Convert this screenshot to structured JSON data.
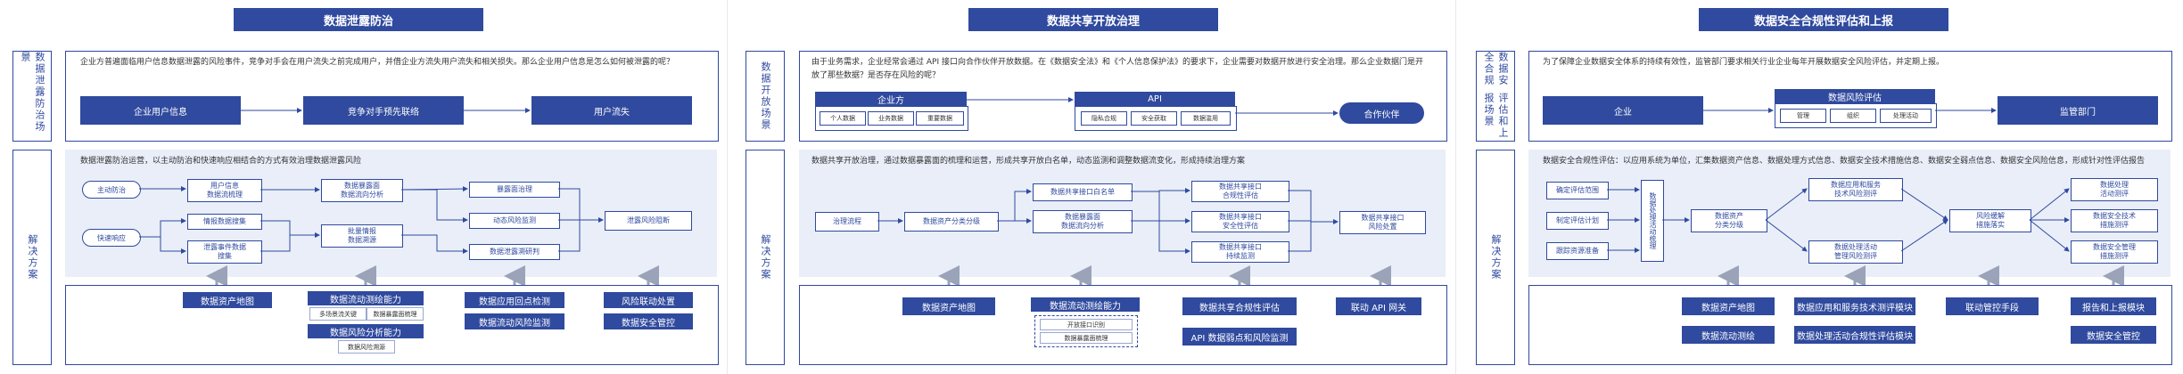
{
  "colors": {
    "primary": "#2f4a9e",
    "panel_bg": "#e9eef8",
    "line": "#2f4a9e",
    "arrow_gray": "#9aa3b8"
  },
  "sections": [
    {
      "title": "数据泄露防治",
      "scene_label": "数据泄露防治场景",
      "scene_text": "企业方普遍面临用户信息数据泄露的风险事件，竞争对手会在用户流失之前完成用户，并借企业方流失用户流失和相关损失。那么企业用户信息是怎么如何被泄露的呢？",
      "scene_flow": [
        "企业用户信息",
        "竞争对手预先联络",
        "用户流失"
      ],
      "solution_label": "解决方案",
      "solution_text": "数据泄露防治运营，以主动防治和快速响应相结合的方式有效治理数据泄露风险",
      "nodes": {
        "start1": "主动防治",
        "start2": "快速响应",
        "a1": "用户信息\n数据流梳理",
        "a2": "情报数据搜集",
        "a3": "泄露事件数据\n搜集",
        "b1": "数据暴露面\n数据流向分析",
        "b2": "批量情报\n数据溯源",
        "c1": "暴露面治理",
        "c2": "动态风险监测",
        "c3": "数据泄露溯研判",
        "d1": "泄露风险阻断"
      },
      "capabilities": {
        "col1": "数据资产地图",
        "col2_title": "数据流动测绘能力",
        "col2_chips": [
          "多场景流关键",
          "数据暴露面梳理"
        ],
        "col2_title2": "数据风险分析能力",
        "col2_chips2": [
          "数据风险溯源"
        ],
        "col3": [
          "数据应用回点检测",
          "数据流动风险监测"
        ],
        "col4": [
          "风险联动处置",
          "数据安全管控"
        ]
      }
    },
    {
      "title": "数据共享开放治理",
      "scene_label": "数据开放场景",
      "scene_text": "由于业务需求，企业经常会通过 API 接口向合作伙伴开放数据。在《数据安全法》和《个人信息保护法》的要求下，企业需要对数据开放进行安全治理。那么企业数据门是开放了那些数据？是否存在风险的呢？",
      "scene_flow": {
        "enterprise": "企业方",
        "enterprise_chips": [
          "个人数据",
          "业务数据",
          "重要数据"
        ],
        "api": "API",
        "api_chips": [
          "隐私合规",
          "安全获取",
          "数据滥用"
        ],
        "partner": "合作伙伴"
      },
      "solution_label": "解决方案",
      "solution_text": "数据共享开放治理，通过数据暴露面的梳理和运营，形成共享开放白名单，动态监测和调整数据流变化，形成持续治理方案",
      "nodes": {
        "s": "治理流程",
        "a": "数据资产分类分级",
        "b1": "数据共享接口白名单",
        "b2": "数据暴露面\n数据流向分析",
        "c1": "数据共享接口\n合规性评估",
        "c2": "数据共享接口\n安全性评估",
        "c3": "数据共享接口\n持续监测",
        "d": "数据共享接口\n风险处置"
      },
      "capabilities": {
        "col1": "数据资产地图",
        "col2_title": "数据流动测绘能力",
        "col2_chips": [
          "开放接口识别",
          "数据暴露面梳理"
        ],
        "col3": [
          "数据共享合规性评估",
          "API 数据弱点和风险监测"
        ],
        "col4": [
          "联动 API 网关"
        ]
      }
    },
    {
      "title": "数据安全合规性评估和上报",
      "scene_label": "评估和上报场景",
      "scene_label_prefix": "数据安全合规",
      "scene_text": "为了保障企业数据安全体系的持续有效性，监管部门要求相关行业企业每年开展数据安全风险评估，并定期上报。",
      "scene_flow": {
        "enterprise": "企业",
        "assess": "数据风险评估",
        "assess_chips": [
          "管理",
          "组织",
          "处理活动"
        ],
        "reg": "监管部门"
      },
      "solution_label": "解决方案",
      "solution_text": "数据安全合规性评估：以应用系统为单位，汇集数据资产信息、数据处理方式信息、数据安全技术措施信息、数据安全弱点信息、数据安全风险信息，形成针对性评估报告",
      "nodes": {
        "a1": "确定评估范围",
        "a2": "制定评估计划",
        "a3": "跟踪资源准备",
        "v": "数据处理活动梳理",
        "b": "数据资产\n分类分级",
        "c1": "数据应用和服务\n技术风险测评",
        "c2": "数据处理活动\n管理风险测评",
        "d": "风险缓解\n措施落实",
        "e1": "数据处理\n活动测评",
        "e2": "数据安全技术\n措施测评",
        "e3": "数据安全管理\n措施测评"
      },
      "capabilities": {
        "col1": [
          "数据资产地图",
          "数据流动测绘"
        ],
        "col2": [
          "数据应用和服务技术测评模块",
          "数据处理活动合规性评估模块"
        ],
        "col3": [
          "联动管控手段"
        ],
        "col4": [
          "报告和上报模块",
          "数据安全管控"
        ]
      }
    }
  ]
}
